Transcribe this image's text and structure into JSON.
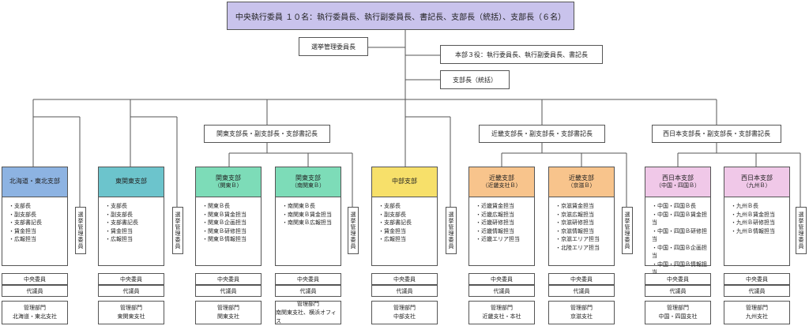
{
  "top": "中央執行委員 １０名：執行委員長、執行副委員長、書記長、支部長（統括）、支部長（６名）",
  "election_committee_chair": "選挙管理委員長",
  "hq_three": "本部３役：執行委員長、執行副委員長、書記長",
  "branch_chief_general": "支部長（統括）",
  "region_heads": {
    "kanto": "関東支部長・副支部長・支部書記長",
    "kinki": "近畿支部長・副支部長・支部書記長",
    "west": "西日本支部長・副支部長・支部書記長"
  },
  "vertical_label": "選挙管理委員",
  "row_labels": {
    "central": "中央委員",
    "rep": "代議員",
    "mgmt": "管理部門"
  },
  "branches": [
    {
      "name": "北海道・東北支部",
      "sub": "",
      "duties": [
        "支部長",
        "副支部長",
        "支部書記長",
        "賃金担当",
        "広報担当"
      ],
      "mgmt_loc": "北海道・東北支社",
      "color": "#8db3e2"
    },
    {
      "name": "東関東支部",
      "sub": "",
      "duties": [
        "支部長",
        "副支部長",
        "支部書記長",
        "賃金担当",
        "広報担当"
      ],
      "mgmt_loc": "東関東支社",
      "color": "#6cc4cc"
    },
    {
      "name": "関東支部",
      "sub": "（関東Ｂ）",
      "duties": [
        "関東Ｂ長",
        "関東Ｂ賃金担当",
        "関東Ｂ企画担当",
        "関東Ｂ研修担当",
        "関東Ｂ情報担当"
      ],
      "mgmt_loc": "関東支社",
      "color": "#7ddcb8"
    },
    {
      "name": "関東支部",
      "sub": "（南関東Ｂ）",
      "duties": [
        "南関東Ｂ長",
        "南関東Ｂ賃金担当",
        "南関東Ｂ広報担当"
      ],
      "mgmt_loc": "南関東支社、横浜オフィス",
      "color": "#7ddcb8"
    },
    {
      "name": "中部支部",
      "sub": "",
      "duties": [
        "支部長",
        "副支部長",
        "支部書記長",
        "賃金担当",
        "広報担当"
      ],
      "mgmt_loc": "中部支社",
      "color": "#f7e06a"
    },
    {
      "name": "近畿支部",
      "sub": "（近畿支社Ｂ）",
      "duties": [
        "近畿賃金担当",
        "近畿広報担当",
        "近畿研修担当",
        "近畿情報担当",
        "近畿エリア担当"
      ],
      "mgmt_loc": "近畿支社・本社",
      "color": "#f8c48c"
    },
    {
      "name": "近畿支部",
      "sub": "（京滋Ｂ）",
      "duties": [
        "京滋賃金担当",
        "京滋広報担当",
        "京滋研修担当",
        "京滋情報担当",
        "京滋エリア担当",
        "北陸エリア担当"
      ],
      "mgmt_loc": "京滋支社",
      "color": "#f8c48c"
    },
    {
      "name": "西日本支部",
      "sub": "（中国・四国Ｂ）",
      "duties": [
        "中国・四国Ｂ長",
        "中国・四国Ｂ賃金担当",
        "中国・四国Ｂ研修担当",
        "中国・四国Ｂ企画担当",
        "中国・四国Ｂ情報担当"
      ],
      "mgmt_loc": "中国・四国支社",
      "color": "#f0c8e8"
    },
    {
      "name": "西日本支部",
      "sub": "（九州Ｂ）",
      "duties": [
        "九州Ｂ長",
        "九州Ｂ賃金担当",
        "九州Ｂ研修担当",
        "九州Ｂ情報担当"
      ],
      "mgmt_loc": "九州支社",
      "color": "#f0c8e8"
    }
  ]
}
